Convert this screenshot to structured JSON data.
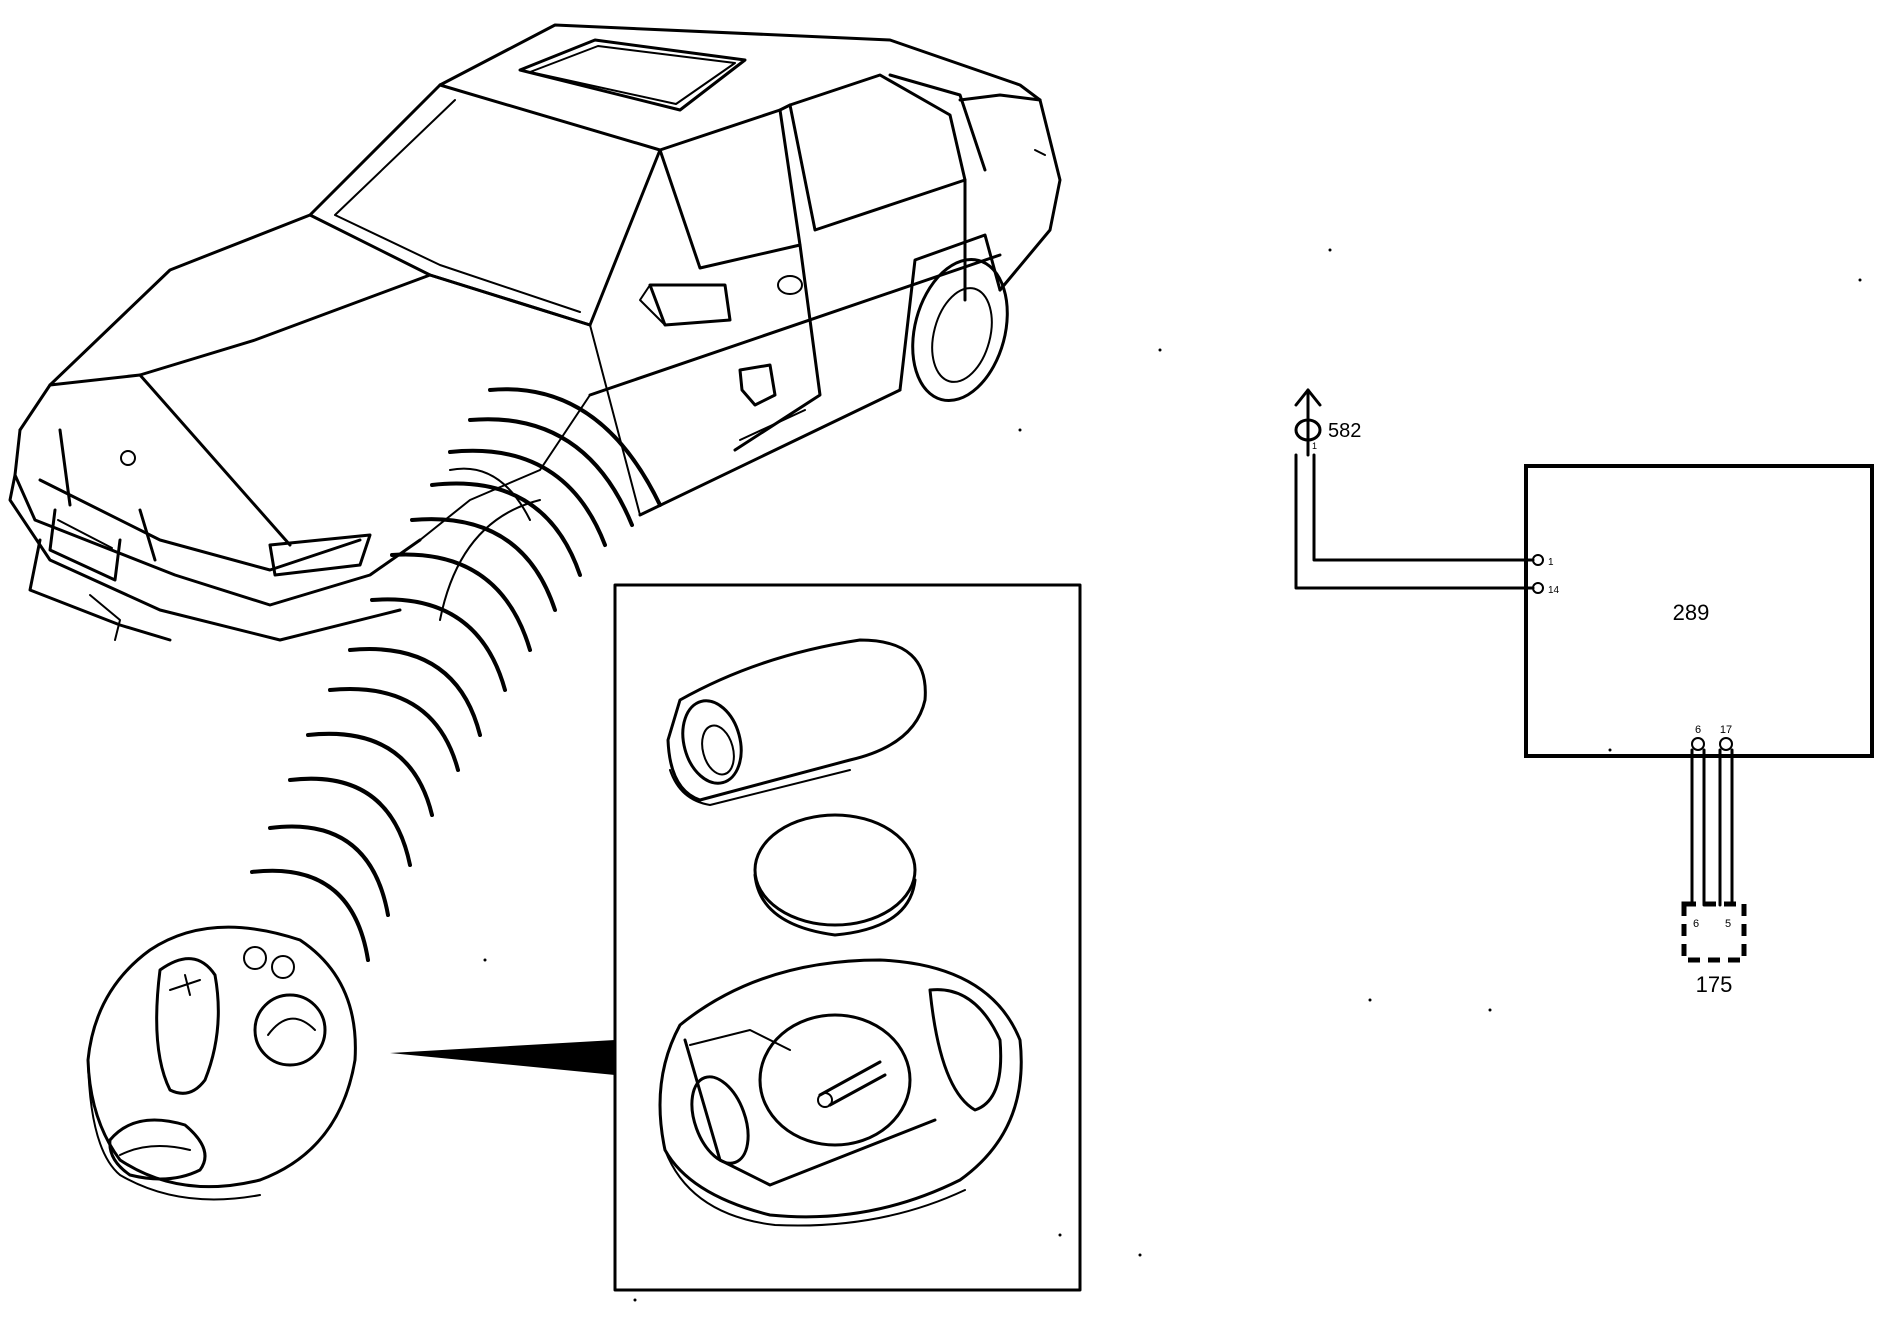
{
  "diagram": {
    "car_illustration": {
      "icon": "car-perspective-icon"
    },
    "signal_waves": {
      "icon": "radio-waves-icon"
    },
    "key_fob": {
      "icon": "remote-key-fob-icon"
    },
    "detail_inset": {
      "parts": [
        "battery-cover-icon",
        "coin-battery-icon",
        "fob-housing-open-icon"
      ]
    },
    "schematic": {
      "antenna": {
        "label": "582",
        "pin": "1"
      },
      "control_unit": {
        "label": "289",
        "pins": [
          "1",
          "14",
          "6",
          "17"
        ]
      },
      "connector": {
        "label": "175",
        "pins": [
          "6",
          "5"
        ]
      }
    }
  }
}
